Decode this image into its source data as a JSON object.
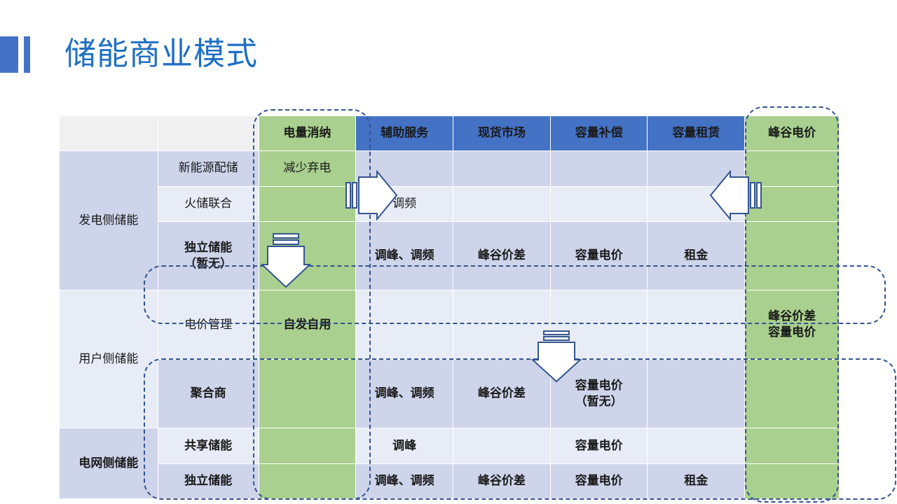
{
  "slide": {
    "title": "储能商业模式"
  },
  "table": {
    "headers": [
      {
        "label": "",
        "style": "blank"
      },
      {
        "label": "",
        "style": "blank"
      },
      {
        "label": "电量消纳",
        "style": "green"
      },
      {
        "label": "辅助服务",
        "style": "blue"
      },
      {
        "label": "现货市场",
        "style": "blue"
      },
      {
        "label": "容量补偿",
        "style": "blue"
      },
      {
        "label": "容量租赁",
        "style": "blue"
      },
      {
        "label": "峰谷电价",
        "style": "green"
      }
    ],
    "groups": [
      {
        "label": "发电侧储能",
        "rows": [
          {
            "sub": "新能源配储",
            "cells": [
              "减少弃电",
              "",
              "",
              "",
              "",
              ""
            ]
          },
          {
            "sub": "火储联合",
            "cells": [
              "",
              "调频",
              "",
              "",
              "",
              ""
            ]
          },
          {
            "sub": "独立储能\n（暂无）",
            "cells": [
              "",
              "调峰、调频",
              "峰谷价差",
              "容量电价",
              "租金",
              ""
            ]
          }
        ]
      },
      {
        "label": "用户侧储能",
        "rows": [
          {
            "sub": "电价管理",
            "cells": [
              "自发自用",
              "",
              "",
              "",
              "",
              "峰谷价差\n容量电价"
            ]
          },
          {
            "sub": "聚合商",
            "cells": [
              "",
              "调峰、调频",
              "峰谷价差",
              "容量电价\n（暂无）",
              "",
              ""
            ]
          }
        ]
      },
      {
        "label": "电网侧储能",
        "rows": [
          {
            "sub": "共享储能",
            "cells": [
              "",
              "调峰",
              "",
              "容量电价",
              "",
              ""
            ]
          },
          {
            "sub": "独立储能",
            "cells": [
              "",
              "调峰、调频",
              "峰谷价差",
              "容量电价",
              "租金",
              ""
            ]
          }
        ]
      }
    ]
  },
  "annotations": {
    "arrows": [
      {
        "name": "arrow-right",
        "direction": "right"
      },
      {
        "name": "arrow-down",
        "direction": "down"
      },
      {
        "name": "arrow-left",
        "direction": "left"
      },
      {
        "name": "arrow-down-2",
        "direction": "down"
      }
    ],
    "highlight_boxes": [
      {
        "name": "green-column-left",
        "shape": "dashed-rounded-rect"
      },
      {
        "name": "green-column-right",
        "shape": "dashed-rounded-rect"
      },
      {
        "name": "independent-storage-row",
        "shape": "dashed-rounded-rect"
      },
      {
        "name": "grid-side-rows",
        "shape": "dashed-rounded-rect"
      }
    ]
  },
  "colors": {
    "accent_blue": "#4472c4",
    "title_blue": "#1f6fc4",
    "highlight_green": "#a9d08e",
    "row_dark": "#ced4ea",
    "row_light": "#e8ecf6",
    "header_blank": "#f0f0f0",
    "dash_outline": "#34548f"
  }
}
